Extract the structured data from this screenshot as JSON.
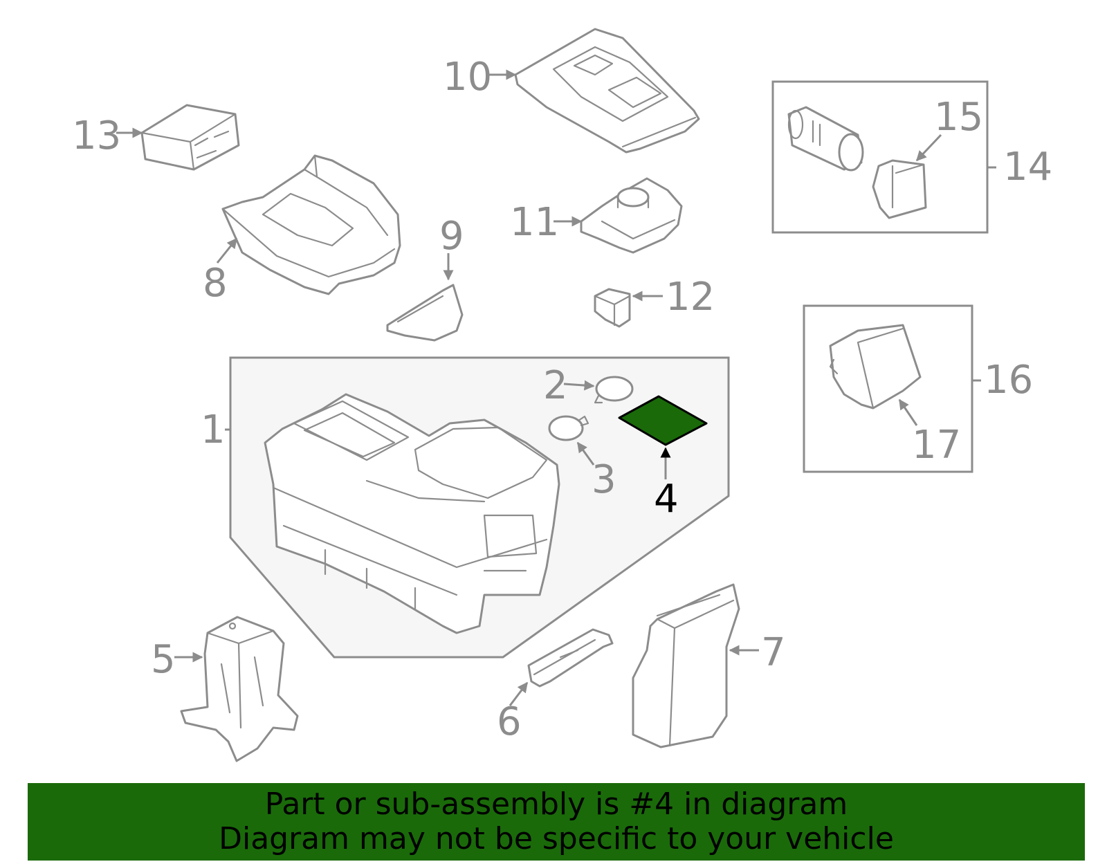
{
  "callouts": [
    "1",
    "2",
    "3",
    "4",
    "5",
    "6",
    "7",
    "8",
    "9",
    "10",
    "11",
    "12",
    "13",
    "14",
    "15",
    "16",
    "17"
  ],
  "highlight": {
    "part_number": "4",
    "fill_color": "#1a6a0a"
  },
  "banner": {
    "line1": "Part or sub-assembly is #4 in diagram",
    "line2": "Diagram may not be specific to your vehicle",
    "background_color": "#1a6a0a"
  },
  "colors": {
    "line": "#8c8c8c",
    "panel_fill": "#f6f6f6"
  }
}
